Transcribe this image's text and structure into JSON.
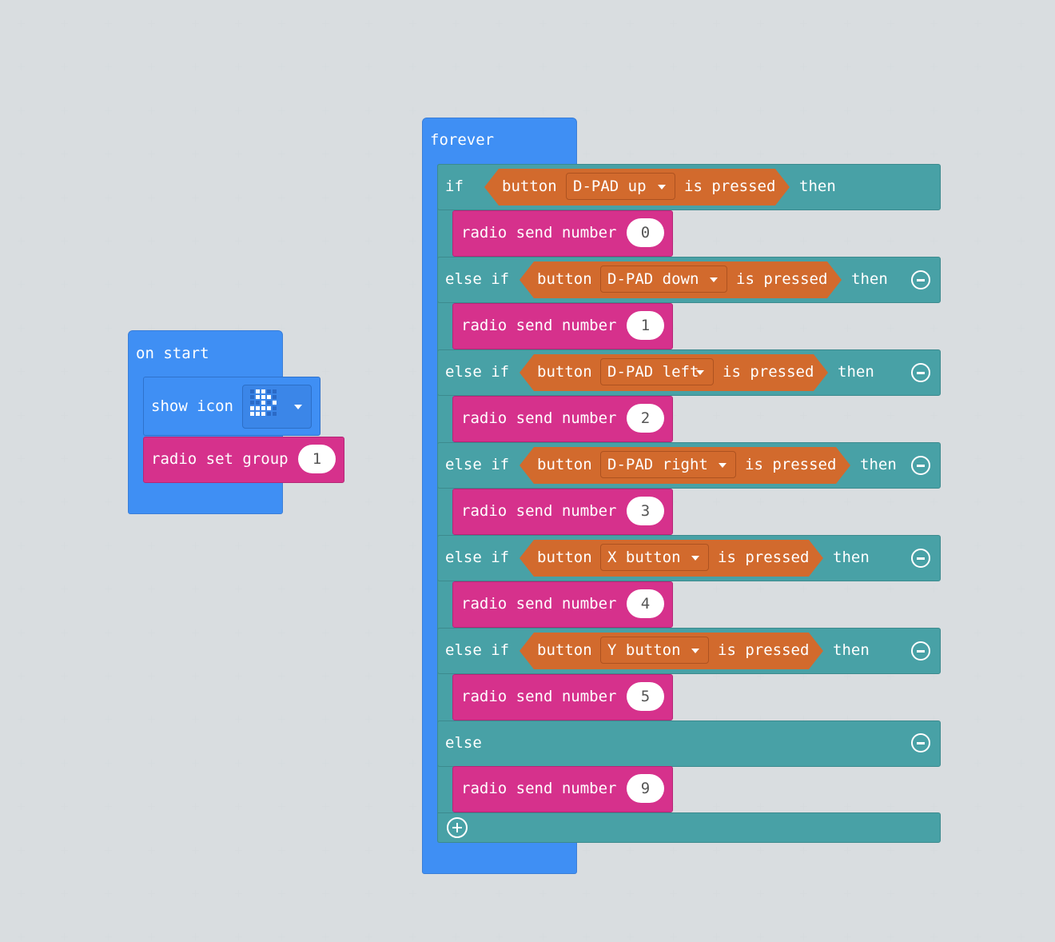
{
  "workspace": {
    "on_start": {
      "hat_label": "on start",
      "show_icon_label": "show icon",
      "icon_name": "dpad-icon",
      "radio_set_group_label": "radio set group",
      "group_value": "1"
    },
    "forever": {
      "hat_label": "forever",
      "branches": [
        {
          "keyword": "if",
          "button_word": "button",
          "button_choice": "D-PAD up",
          "pressed_word": "is pressed",
          "then_word": "then",
          "send_label": "radio send number",
          "send_value": "0"
        },
        {
          "keyword": "else if",
          "button_word": "button",
          "button_choice": "D-PAD down",
          "pressed_word": "is pressed",
          "then_word": "then",
          "send_label": "radio send number",
          "send_value": "1"
        },
        {
          "keyword": "else if",
          "button_word": "button",
          "button_choice": "D-PAD left",
          "pressed_word": "is pressed",
          "then_word": "then",
          "send_label": "radio send number",
          "send_value": "2"
        },
        {
          "keyword": "else if",
          "button_word": "button",
          "button_choice": "D-PAD right",
          "pressed_word": "is pressed",
          "then_word": "then",
          "send_label": "radio send number",
          "send_value": "3"
        },
        {
          "keyword": "else if",
          "button_word": "button",
          "button_choice": "X button",
          "pressed_word": "is pressed",
          "then_word": "then",
          "send_label": "radio send number",
          "send_value": "4"
        },
        {
          "keyword": "else if",
          "button_word": "button",
          "button_choice": "Y button",
          "pressed_word": "is pressed",
          "then_word": "then",
          "send_label": "radio send number",
          "send_value": "5"
        }
      ],
      "else_branch": {
        "keyword": "else",
        "send_label": "radio send number",
        "send_value": "9"
      }
    }
  },
  "colors": {
    "background": "#ecf0f1",
    "basic_blue": "#3f8ff4",
    "logic_teal": "#48a1a6",
    "radio_pink": "#d6318c",
    "input_orange": "#d26a2d"
  }
}
